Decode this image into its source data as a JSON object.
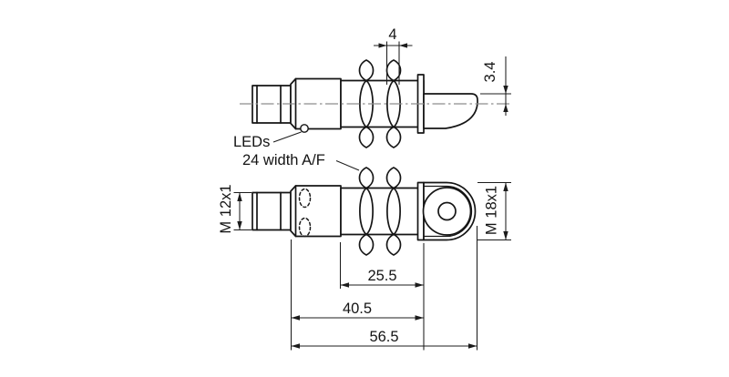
{
  "drawing": {
    "labels": {
      "leds": "LEDs",
      "wrench_flat": "24 width A/F"
    },
    "dimensions": {
      "nut_thickness": "4",
      "face_offset": "3.4",
      "plug_thread": "M 12x1",
      "barrel_thread": "M 18x1",
      "thread_length": "25.5",
      "body_length": "40.5",
      "total_length": "56.5"
    },
    "colors": {
      "line": "#151515",
      "centerline": "#8d8d8d",
      "background": "#ffffff"
    }
  }
}
